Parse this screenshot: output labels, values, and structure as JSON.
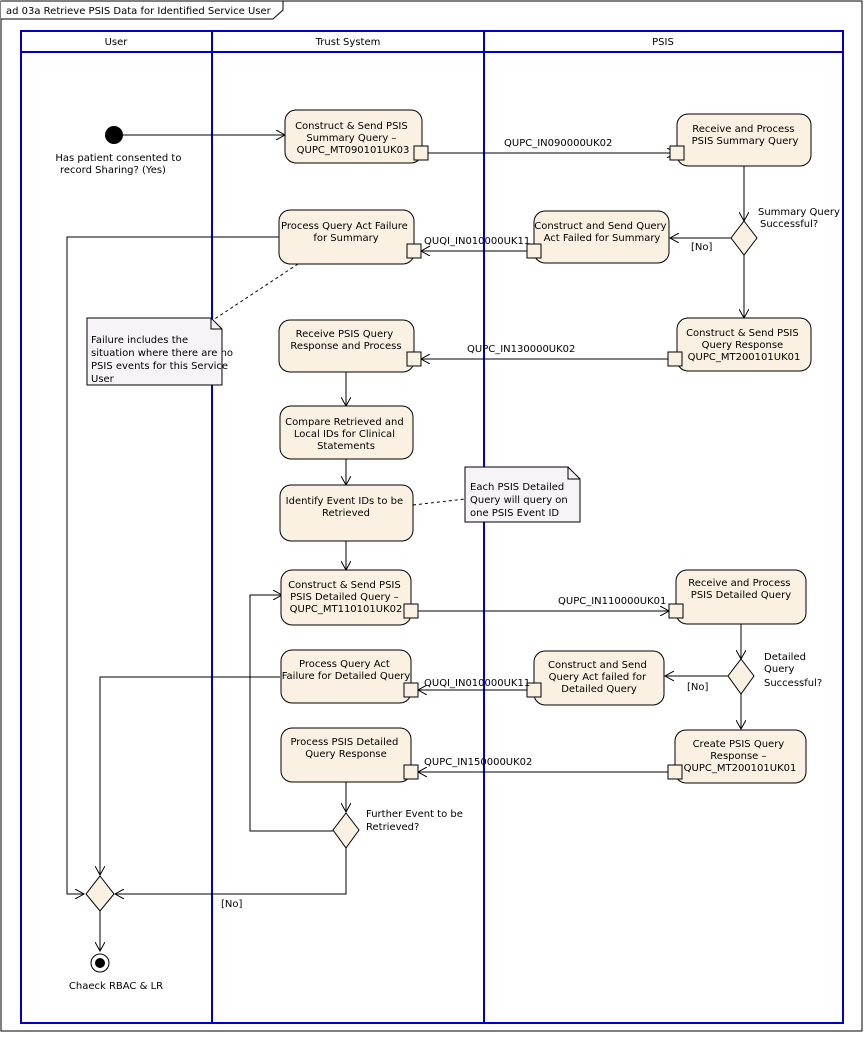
{
  "frame_title": "ad 03a Retrieve PSIS Data for Identified Service User",
  "lanes": {
    "user": "User",
    "trust": "Trust System",
    "psis": "PSIS"
  },
  "start": {
    "label": [
      "Has patient consented to",
      "record Sharing? (Yes)"
    ]
  },
  "end": {
    "label": "Chaeck RBAC & LR"
  },
  "actions": {
    "send_summary": [
      "Construct & Send PSIS",
      "Summary Query –",
      "QUPC_MT090101UK03"
    ],
    "recv_summary": [
      "Receive and Process",
      "PSIS Summary Query"
    ],
    "fail_summary_send": [
      "Construct and Send Query",
      "Act Failed for Summary"
    ],
    "fail_summary_proc": [
      "Process Query Act Failure",
      "for Summary"
    ],
    "send_summary_resp": [
      "Construct & Send PSIS",
      "Query Response",
      "QUPC_MT200101UK01"
    ],
    "recv_summary_resp": [
      "Receive PSIS Query",
      "Response and Process"
    ],
    "compare_ids": [
      "Compare Retrieved and",
      "Local IDs for Clinical",
      "Statements"
    ],
    "identify_events": [
      "Identify Event IDs to be",
      "Retrieved"
    ],
    "send_detailed": [
      "Construct & Send PSIS",
      "PSIS Detailed Query –",
      "QUPC_MT110101UK02"
    ],
    "recv_detailed": [
      "Receive and Process",
      "PSIS Detailed Query"
    ],
    "fail_detailed_send": [
      "Construct and Send",
      "Query Act failed for",
      "Detailed Query"
    ],
    "fail_detailed_proc": [
      "Process Query Act",
      "Failure for Detailed Query"
    ],
    "create_detailed_resp": [
      "Create PSIS Query",
      "Response –",
      "QUPC_MT200101UK01"
    ],
    "proc_detailed_resp": [
      "Process PSIS Detailed",
      "Query Response"
    ]
  },
  "messages": {
    "m1": "QUPC_IN090000UK02",
    "m2": "QUQI_IN010000UK11",
    "m3": "QUPC_IN130000UK02",
    "m4": "QUPC_IN110000UK01",
    "m5": "QUQI_IN010000UK11",
    "m6": "QUPC_IN150000UK02"
  },
  "decisions": {
    "summary_ok": [
      "Summary Query",
      "Successful?"
    ],
    "detailed_ok": [
      "Detailed",
      "Query",
      "Successful?"
    ],
    "further_event": [
      "Further Event to be",
      "Retrieved?"
    ]
  },
  "guards": {
    "no1": "[No]",
    "no2": "[No]",
    "no3": "[No]"
  },
  "notes": {
    "failure_note": [
      "Failure includes the",
      "situation where there are no",
      "PSIS events for this Service",
      "User"
    ],
    "detailed_note": [
      "Each PSIS Detailed",
      "Query will query on",
      "one PSIS Event ID"
    ]
  }
}
